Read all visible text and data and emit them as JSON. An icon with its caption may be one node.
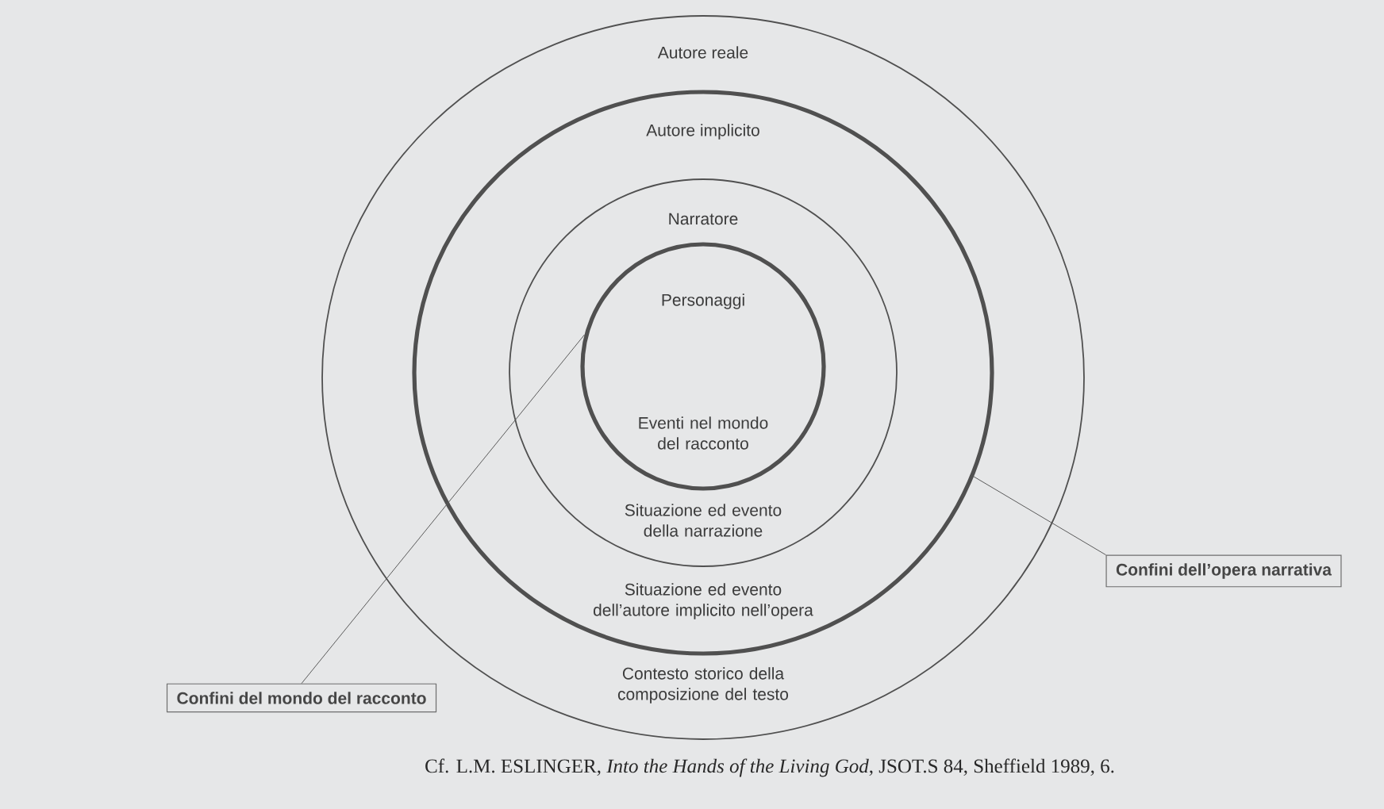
{
  "diagram": {
    "caption": "Cf. L.M. ESLINGER, *Into the Hands of the Living God*, JSOT.S 84, Sheffield 1989, 6.",
    "nodes": [
      {
        "text": [
          "Autore reale",
          "Contesto storico della composizione del testo"
        ]
      },
      {
        "text": [
          "Autore implicito",
          "Situazione ed evento dell’autore implicito nell’opera"
        ],
        "in": 0
      },
      {
        "text": [
          "Narratore",
          "Situazione ed evento della narrazione"
        ],
        "in": 1
      },
      {
        "text": [
          "Personaggi",
          "Eventi nel mondo del racconto"
        ],
        "in": 2
      },
      {
        "text": [
          "Confini del mondo del racconto"
        ]
      },
      {
        "text": [
          "Confini dell’opera narrativa"
        ]
      }
    ],
    "edges": [
      {
        "from": 4,
        "to": 3,
        "arrow": "none"
      },
      {
        "from": 5,
        "to": 1,
        "arrow": "none"
      }
    ]
  }
}
